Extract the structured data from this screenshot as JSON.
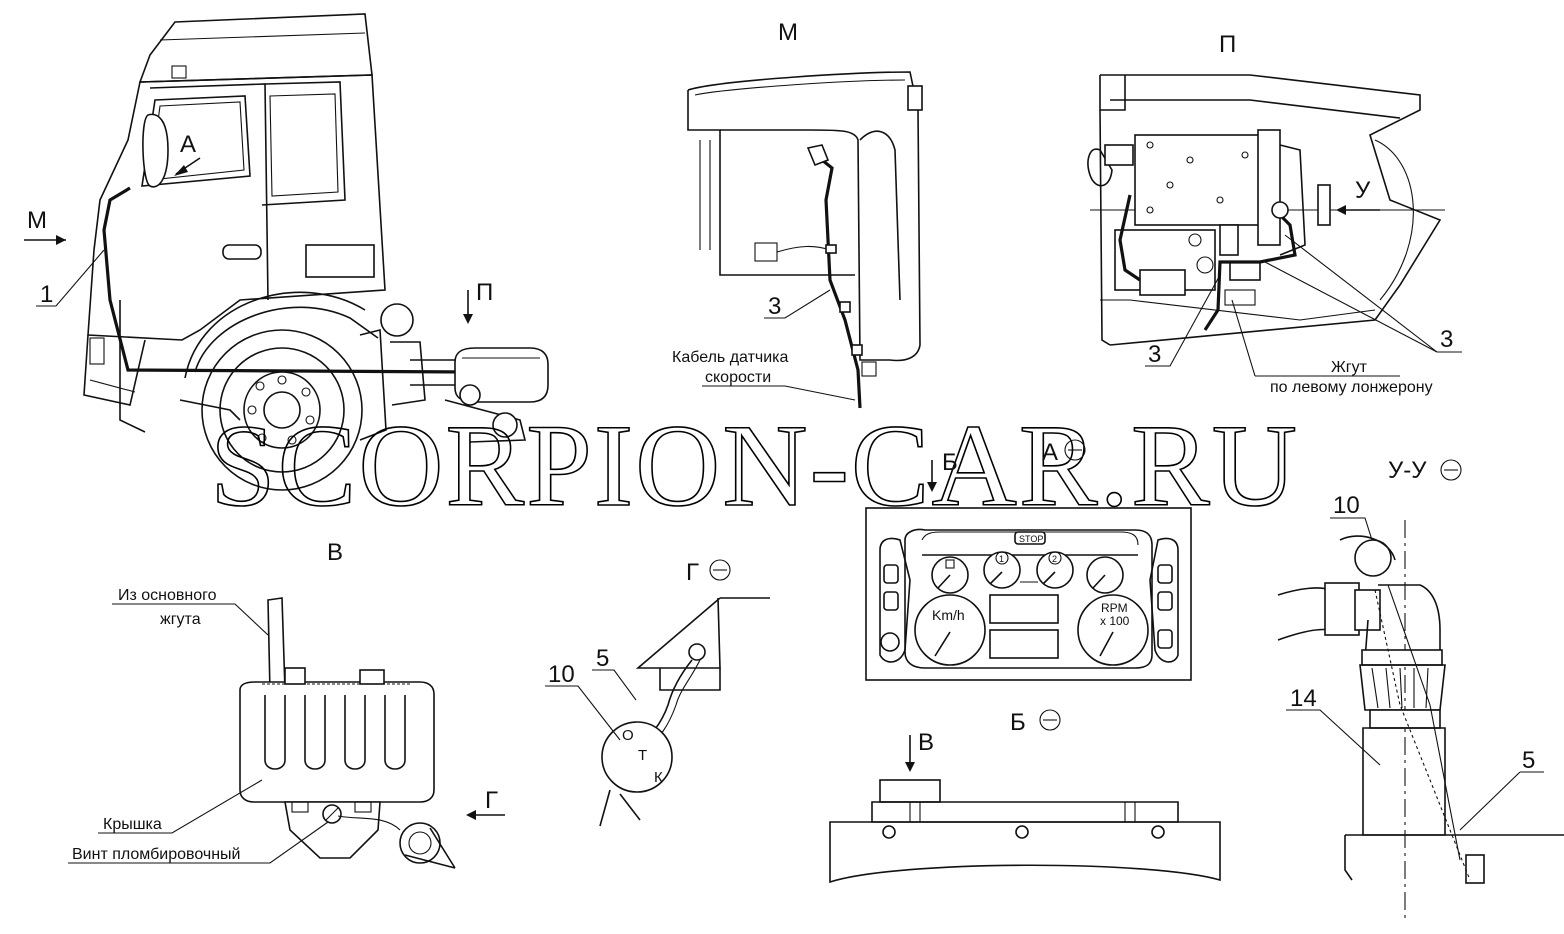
{
  "watermark": "SCORPION-CAR.RU",
  "views": {
    "M": "М",
    "P": "П",
    "A": "А",
    "B": "Б",
    "V": "В",
    "G": "Г",
    "UU": "У-У",
    "U": "У"
  },
  "callouts": {
    "n1": "1",
    "n3": "3",
    "n5": "5",
    "n10": "10",
    "n14": "14"
  },
  "captions": {
    "speed_sensor_cable_1": "Кабель датчика",
    "speed_sensor_cable_2": "скорости",
    "harness_1": "Жгут",
    "harness_2": "по левому лонжерону",
    "main_harness_1": "Из основного",
    "main_harness_2": "жгута",
    "cover": "Крышка",
    "seal_screw": "Винт пломбировочный"
  },
  "seal_letters": [
    "О",
    "Т",
    "К"
  ],
  "dashboard": {
    "stop": "STOP",
    "speed_unit": "Km/h",
    "rpm_1": "RPM",
    "rpm_2": "x 100",
    "gauge1": "1",
    "gauge2": "2"
  }
}
